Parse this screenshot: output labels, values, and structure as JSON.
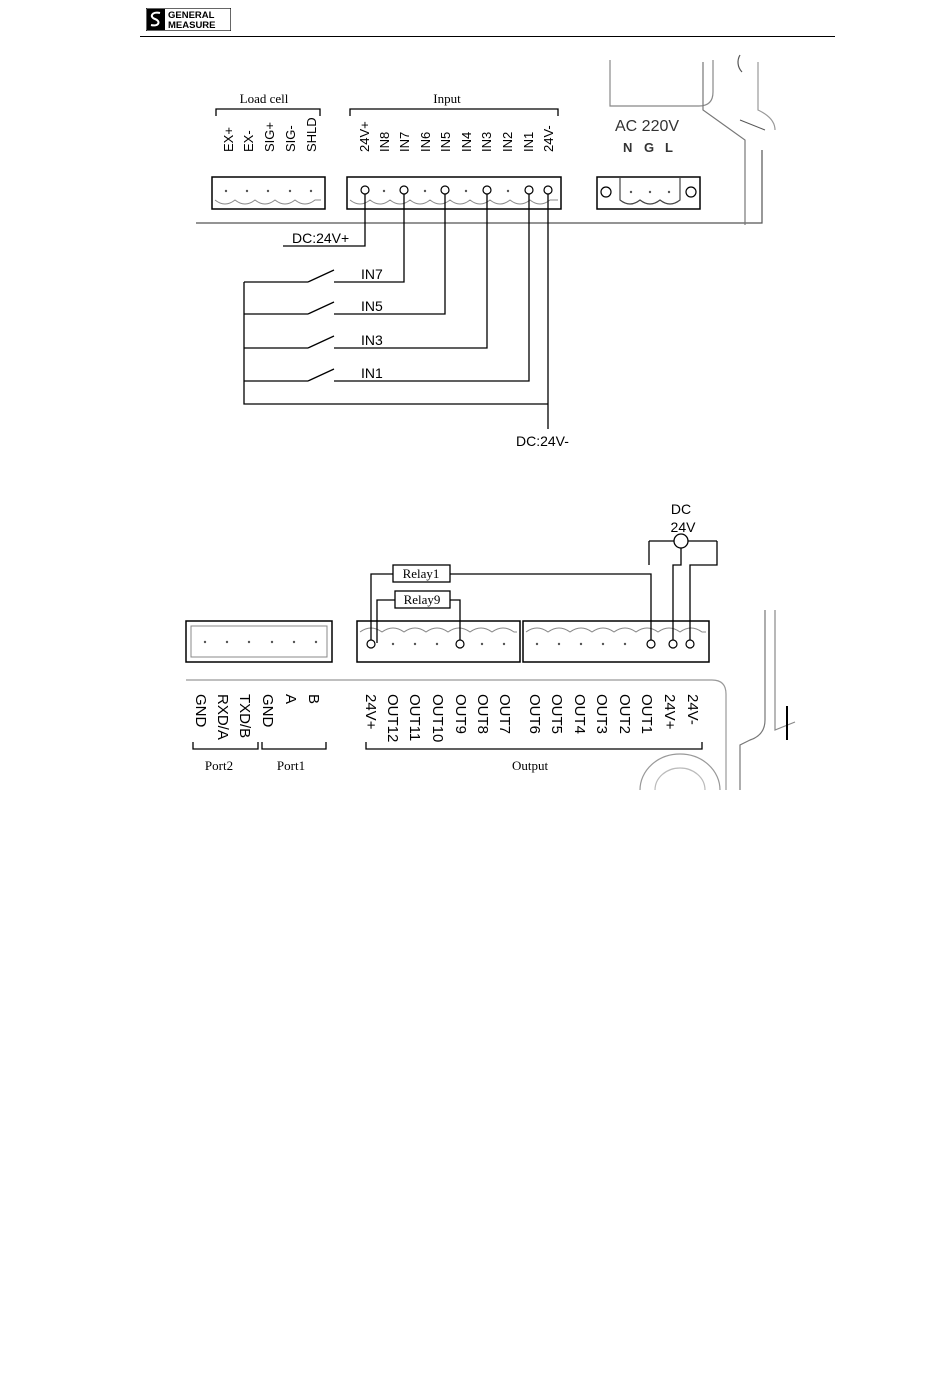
{
  "header": {
    "brand_line1": "GENERAL",
    "brand_line2": "MEASURE"
  },
  "input_diagram": {
    "load_cell_label": "Load cell",
    "load_cell_terminals": [
      "EX+",
      "EX-",
      "SIG+",
      "SIG-",
      "SHLD"
    ],
    "input_label": "Input",
    "input_terminals": [
      "24V+",
      "IN8",
      "IN7",
      "IN6",
      "IN5",
      "IN4",
      "IN3",
      "IN2",
      "IN1",
      "24V-"
    ],
    "power_label": "AC 220V",
    "power_terminals": [
      "N",
      "G",
      "L"
    ],
    "dc_plus_label": "DC:24V+",
    "dc_minus_label": "DC:24V-",
    "switch_labels": [
      "IN7",
      "IN5",
      "IN3",
      "IN1"
    ]
  },
  "output_diagram": {
    "dc_label_line1": "DC",
    "dc_label_line2": "24V",
    "relay_labels": [
      "Relay1",
      "Relay9"
    ],
    "port2_label": "Port2",
    "port2_terminals": [
      "GND",
      "RXD/A",
      "TXD/B"
    ],
    "port1_label": "Port1",
    "port1_terminals": [
      "GND",
      "A",
      "B"
    ],
    "output_label": "Output",
    "output_terminals": [
      "24V+",
      "OUT12",
      "OUT11",
      "OUT10",
      "OUT9",
      "OUT8",
      "OUT7",
      "OUT6",
      "OUT5",
      "OUT4",
      "OUT3",
      "OUT2",
      "OUT1",
      "24V+",
      "24V-"
    ]
  }
}
